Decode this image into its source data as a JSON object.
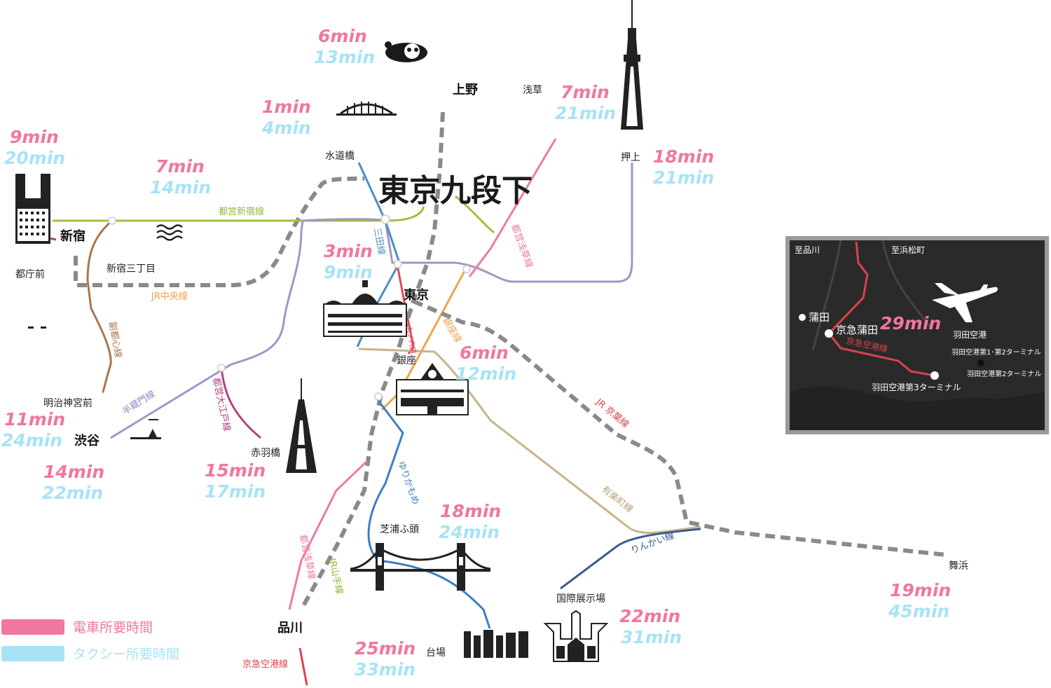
{
  "title": "東京九段下",
  "colors": {
    "train_time": "#f0779f",
    "taxi_time": "#a7e3f6",
    "toei_shinjuku": "#9cc23c",
    "jr_chuo": "#8a8a8a",
    "hanzomon": "#a097c5",
    "mita": "#4a8fc7",
    "toei_asakusa": "#ef7aa4",
    "oedo": "#b3427f",
    "fukutoshin": "#a8764f",
    "marunouchi": "#e14a55",
    "ginza": "#f2a14d",
    "yurakucho": "#c9b38c",
    "yurikamome": "#3e7ec3",
    "rinkai": "#3d5a94",
    "keikyu": "#d9434e"
  },
  "stations": {
    "shinjuku": "新宿",
    "tochomae": "都庁前",
    "shinjuku_sanchome": "新宿三丁目",
    "meiji_jingumae": "明治神宮前",
    "shibuya": "渋谷",
    "suidobashi": "水道橋",
    "ueno": "上野",
    "asakusa": "浅草",
    "oshiage": "押上",
    "tokyo": "東京",
    "ginza": "銀座",
    "akabanebashi": "赤羽橋",
    "shibaura_futo": "芝浦ふ頭",
    "shinagawa": "品川",
    "daiba": "台場",
    "kokusai_tenjijo": "国際展示場",
    "maihama": "舞浜"
  },
  "lines": {
    "toei_shinjuku": "都営新宿線",
    "jr_chuo": "JR中央線",
    "fukutoshin": "副都心線",
    "hanzomon": "半蔵門線",
    "oedo": "都営大江戸線",
    "mita": "三田線",
    "asakusa_top": "都営浅草線",
    "marunouchi": "丸ノ内線",
    "ginza": "銀座線",
    "keiyo": "JR 京葉線",
    "yurakucho": "有楽町線",
    "yurikamome": "ゆりかもめ",
    "rinkai": "りんかい線",
    "asakusa_bottom": "都営浅草線",
    "yamanote": "JR山手線",
    "keikyu": "京急空港線"
  },
  "times": {
    "ueno": {
      "train": "6min",
      "taxi": "13min"
    },
    "suidobashi": {
      "train": "1min",
      "taxi": "4min"
    },
    "asakusa": {
      "train": "7min",
      "taxi": "21min"
    },
    "shinjuku": {
      "train": "9min",
      "taxi": "20min"
    },
    "shinjuku_sanchome": {
      "train": "7min",
      "taxi": "14min"
    },
    "oshiage": {
      "train": "18min",
      "taxi": "21min"
    },
    "tokyo": {
      "train": "3min",
      "taxi": "9min"
    },
    "ginza": {
      "train": "6min",
      "taxi": "12min"
    },
    "shibuya": {
      "train": "11min",
      "taxi": "24min"
    },
    "meiji": {
      "train": "14min",
      "taxi": "22min"
    },
    "akabanebashi": {
      "train": "15min",
      "taxi": "17min"
    },
    "shibaura": {
      "train": "18min",
      "taxi": "24min"
    },
    "daiba": {
      "train": "25min",
      "taxi": "33min"
    },
    "kokusai": {
      "train": "22min",
      "taxi": "31min"
    },
    "maihama": {
      "train": "19min",
      "taxi": "45min"
    }
  },
  "legend": {
    "train": "電車所要時間",
    "taxi": "タクシー所要時間"
  },
  "inset": {
    "to_shinagawa": "至品川",
    "to_hamamatsucho": "至浜松町",
    "kamata": "蒲田",
    "keikyu_kamata": "京急蒲田",
    "time": "29min",
    "haneda": "羽田空港",
    "keikyu_line": "京急空港線",
    "terminal_12": "羽田空港第1･第2ターミナル",
    "terminal_2": "羽田空港第2ターミナル",
    "terminal_3": "羽田空港第3ターミナル"
  }
}
